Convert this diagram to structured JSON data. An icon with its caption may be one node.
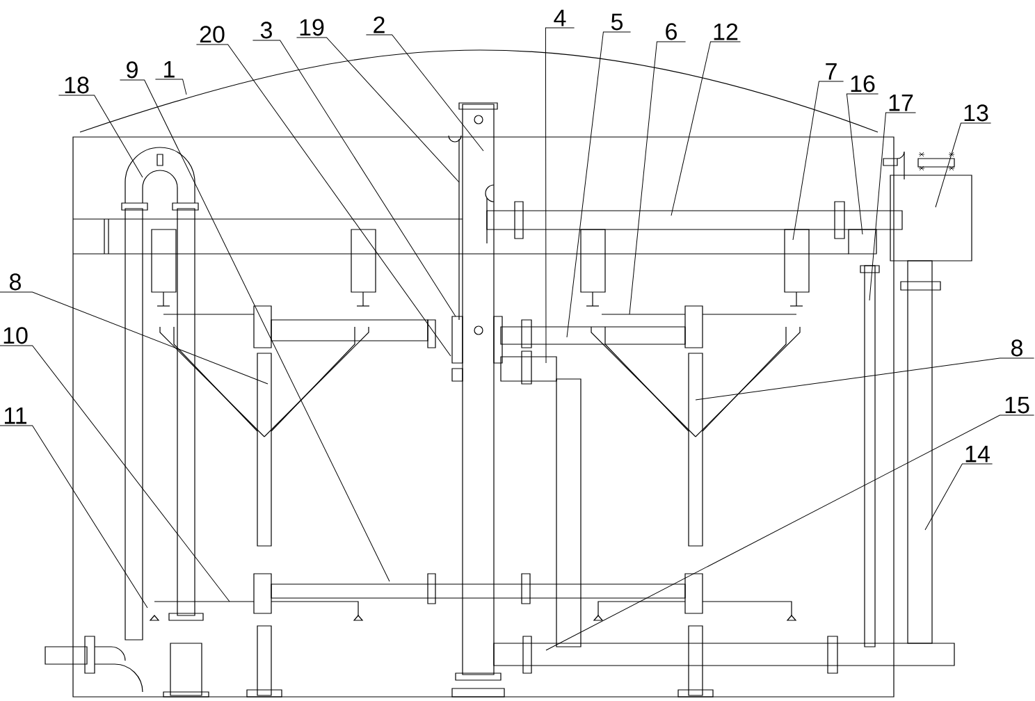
{
  "diagram": {
    "nodes": [
      {
        "text": [
          "4"
        ]
      },
      {
        "text": [
          "5"
        ]
      },
      {
        "text": [
          "2"
        ]
      },
      {
        "text": [
          "3"
        ]
      },
      {
        "text": [
          "6"
        ]
      },
      {
        "text": [
          "12"
        ]
      },
      {
        "text": [
          "19"
        ]
      },
      {
        "text": [
          "20"
        ]
      },
      {
        "text": [
          "1"
        ]
      },
      {
        "text": [
          "9"
        ]
      },
      {
        "text": [
          "7"
        ]
      },
      {
        "text": [
          "18"
        ]
      },
      {
        "text": [
          "16"
        ]
      },
      {
        "text": [
          "13"
        ]
      },
      {
        "text": [
          "17"
        ]
      },
      {
        "text": [
          "8"
        ]
      },
      {
        "text": [
          "10"
        ]
      },
      {
        "text": [
          "8"
        ]
      },
      {
        "text": [
          "15"
        ]
      },
      {
        "text": [
          "11"
        ]
      },
      {
        "text": [
          "14"
        ]
      }
    ],
    "edges": [
      {
        "from": 0,
        "to": null,
        "arrow": "none"
      },
      {
        "from": 1,
        "to": null,
        "arrow": "none"
      },
      {
        "from": 2,
        "to": null,
        "arrow": "none"
      },
      {
        "from": 3,
        "to": null,
        "arrow": "none"
      },
      {
        "from": 4,
        "to": null,
        "arrow": "none"
      },
      {
        "from": 5,
        "to": null,
        "arrow": "none"
      },
      {
        "from": 6,
        "to": null,
        "arrow": "none"
      },
      {
        "from": 7,
        "to": null,
        "arrow": "none"
      },
      {
        "from": 8,
        "to": null,
        "arrow": "none"
      },
      {
        "from": 9,
        "to": null,
        "arrow": "none"
      },
      {
        "from": 10,
        "to": null,
        "arrow": "none"
      },
      {
        "from": 11,
        "to": null,
        "arrow": "none"
      },
      {
        "from": 12,
        "to": null,
        "arrow": "none"
      },
      {
        "from": 13,
        "to": null,
        "arrow": "none"
      },
      {
        "from": 14,
        "to": null,
        "arrow": "none"
      },
      {
        "from": 15,
        "to": null,
        "arrow": "none"
      },
      {
        "from": 16,
        "to": null,
        "arrow": "none"
      },
      {
        "from": 17,
        "to": null,
        "arrow": "none"
      },
      {
        "from": 18,
        "to": null,
        "arrow": "none"
      },
      {
        "from": 19,
        "to": null,
        "arrow": "none"
      },
      {
        "from": 20,
        "to": null,
        "arrow": "none"
      }
    ]
  }
}
